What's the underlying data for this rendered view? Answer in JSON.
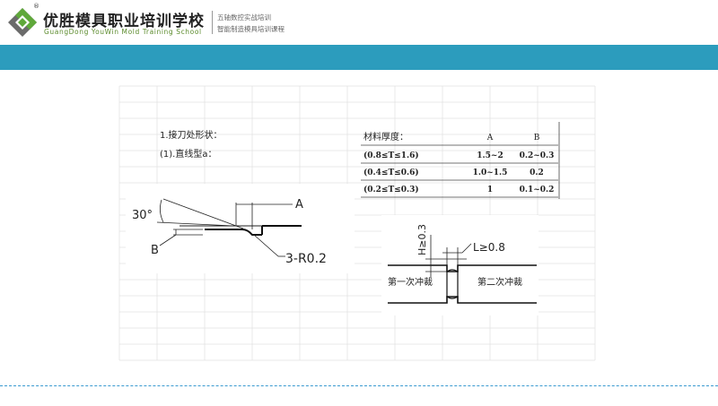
{
  "header": {
    "logo_reg": "®",
    "title_cn": "优胜模具职业培训学校",
    "title_en": "GuangDong YouWin Mold Training School",
    "subtitle_1": "五轴数控实战培训",
    "subtitle_2": "智能制造模具培训课程"
  },
  "colors": {
    "band": "#2c9cbd",
    "logo_green": "#5fa83a",
    "logo_gray": "#6b6b6b",
    "dashed_line": "#3a9ad0"
  },
  "slide": {
    "heading": "1.接刀处形状：",
    "subheading": "(1).直线型a：",
    "table": {
      "header": [
        "材料厚度：",
        "A",
        "B"
      ],
      "rows": [
        [
          "(0.8≤T≤1.6)",
          "1.5~2",
          "0.2~0.3"
        ],
        [
          "(0.4≤T≤0.6)",
          "1.0~1.5",
          "0.2"
        ],
        [
          "(0.2≤T≤0.3)",
          "1",
          "0.1~0.2"
        ]
      ]
    },
    "diagram1": {
      "angle": "30°",
      "label_a": "A",
      "label_b": "B",
      "radius": "3-R0.2"
    },
    "diagram2": {
      "h_label": "H≥0.3",
      "l_label": "L≥0.8",
      "left_text": "第一次冲裁",
      "right_text": "第二次冲裁"
    }
  }
}
